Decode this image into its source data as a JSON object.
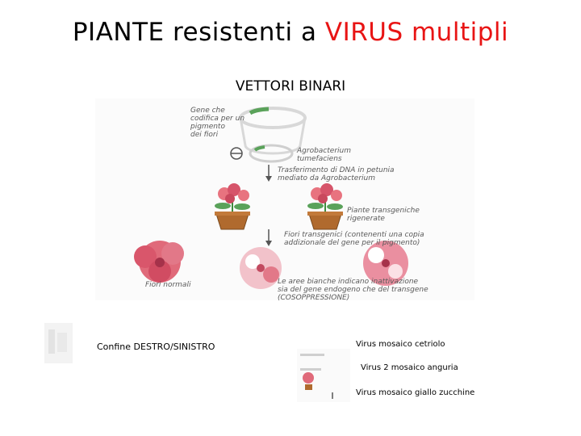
{
  "slide": {
    "title_part1": "PIANTE resistenti a ",
    "title_part2": "VIRUS multipli",
    "subtitle": "VETTORI BINARI",
    "confine_label": "Confine DESTRO/SINISTRO",
    "virus_labels": [
      "Virus mosaico cetriolo",
      "Virus 2 mosaico anguria",
      "Virus mosaico giallo zucchine"
    ],
    "accent_color": "#e81414"
  },
  "figure": {
    "gene_label": [
      "Gene che",
      "codifica per un",
      "pigmento",
      "dei fiori"
    ],
    "agro_label": [
      "Agrobacterium",
      "tumefaciens"
    ],
    "transfer_label": [
      "Trasferimento di DNA in petunia",
      "mediato da Agrobacterium"
    ],
    "transgenic_label": [
      "Piante transgeniche",
      "rigenerate"
    ],
    "flowers_label": [
      "Fiori transgenici (contenenti una copia",
      "addizionale del gene per il pigmento)"
    ],
    "normal_label": "Fiori normali",
    "white_areas_label": [
      "Le aree bianche indicano inattivazione",
      "sia del gene endogeno che del transgene",
      "(COSOPPRESSIONE)"
    ]
  }
}
